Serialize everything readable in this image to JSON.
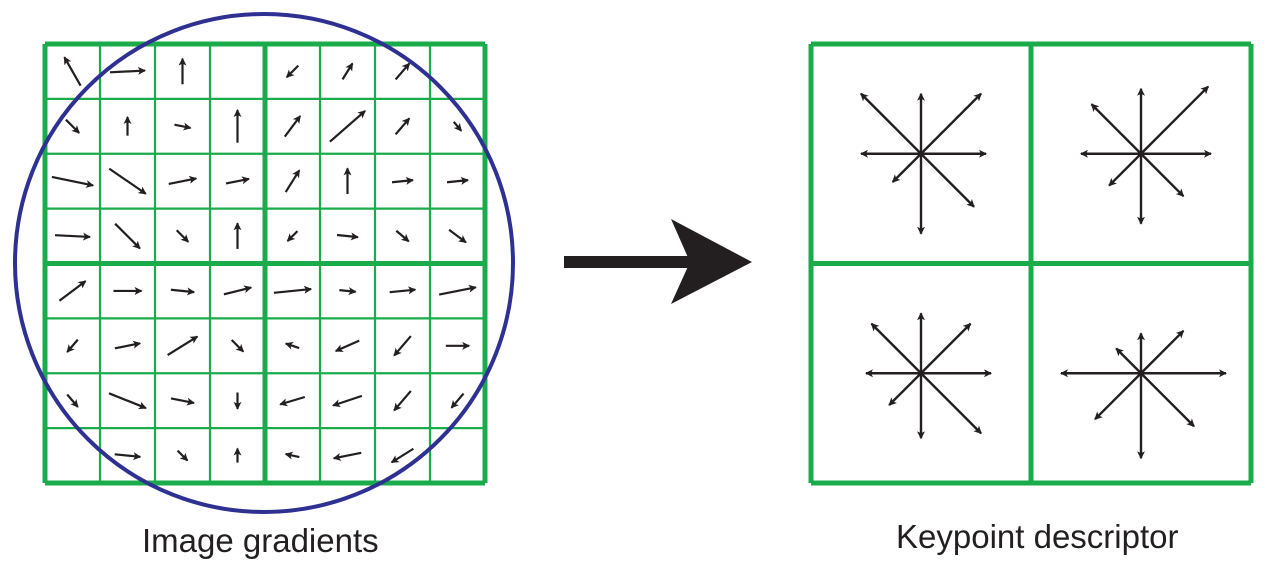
{
  "captions": {
    "left": "Image gradients",
    "right": "Keypoint descriptor"
  },
  "colors": {
    "grid": "#1aab4a",
    "circle": "#2e3192",
    "arrow": "#231f20",
    "background": "#ffffff"
  },
  "gradient_grid": {
    "rows": 8,
    "cols": 8,
    "subregions": 2,
    "vectors": [
      [
        [
          -0.4,
          -0.7,
          0.7
        ],
        [
          1,
          -0.05,
          0.75
        ],
        [
          0,
          -1,
          0.55
        ],
        null,
        [
          -0.6,
          0.6,
          0.35
        ],
        [
          0.5,
          -0.8,
          0.4
        ],
        [
          0.6,
          -0.7,
          0.45
        ],
        null
      ],
      [
        [
          0.6,
          0.6,
          0.4
        ],
        [
          0,
          -1,
          0.4
        ],
        [
          1,
          0.2,
          0.35
        ],
        [
          0,
          -1,
          0.7
        ],
        [
          0.6,
          -0.8,
          0.55
        ],
        [
          0.8,
          -0.7,
          1.0
        ],
        [
          0.6,
          -0.7,
          0.45
        ],
        [
          0.5,
          0.6,
          0.25
        ]
      ],
      [
        [
          0.98,
          0.2,
          0.9
        ],
        [
          0.8,
          0.55,
          0.95
        ],
        [
          1,
          -0.2,
          0.6
        ],
        [
          1,
          -0.2,
          0.5
        ],
        [
          0.5,
          -0.8,
          0.55
        ],
        [
          0,
          -1,
          0.55
        ],
        [
          1,
          -0.1,
          0.45
        ],
        [
          1,
          -0.1,
          0.45
        ]
      ],
      [
        [
          1,
          0.05,
          0.75
        ],
        [
          0.7,
          0.7,
          0.75
        ],
        [
          0.6,
          0.6,
          0.35
        ],
        [
          0,
          -1,
          0.55
        ],
        [
          -0.6,
          0.6,
          0.3
        ],
        [
          1,
          0.1,
          0.45
        ],
        [
          0.7,
          0.6,
          0.35
        ],
        [
          0.8,
          0.6,
          0.45
        ]
      ],
      [
        [
          0.8,
          -0.6,
          0.7
        ],
        [
          1,
          0,
          0.6
        ],
        [
          1,
          0.1,
          0.5
        ],
        [
          1,
          -0.25,
          0.6
        ],
        [
          1,
          -0.1,
          0.8
        ],
        [
          1,
          0.1,
          0.35
        ],
        [
          1,
          -0.1,
          0.55
        ],
        [
          1,
          -0.2,
          0.8
        ]
      ],
      [
        [
          -0.6,
          0.7,
          0.35
        ],
        [
          1,
          -0.2,
          0.55
        ],
        [
          0.8,
          -0.5,
          0.75
        ],
        [
          0.6,
          0.6,
          0.35
        ],
        [
          -0.9,
          -0.3,
          0.3
        ],
        [
          -0.9,
          0.4,
          0.55
        ],
        [
          -0.6,
          0.7,
          0.55
        ],
        [
          1,
          0,
          0.5
        ]
      ],
      [
        [
          0.6,
          0.7,
          0.35
        ],
        [
          1,
          0.4,
          0.85
        ],
        [
          1,
          0.2,
          0.5
        ],
        [
          0,
          1,
          0.35
        ],
        [
          -1,
          0.3,
          0.55
        ],
        [
          -0.9,
          0.3,
          0.65
        ],
        [
          -0.6,
          0.7,
          0.55
        ],
        [
          -0.6,
          0.7,
          0.4
        ]
      ],
      [
        [
          0,
          0,
          0
        ],
        [
          1,
          0.1,
          0.55
        ],
        [
          0.6,
          0.6,
          0.3
        ],
        [
          0,
          -1,
          0.3
        ],
        [
          -0.9,
          -0.2,
          0.3
        ],
        [
          -1,
          0.2,
          0.6
        ],
        [
          -0.8,
          0.5,
          0.55
        ],
        null
      ]
    ]
  },
  "descriptor_grid": {
    "rows": 2,
    "cols": 2,
    "histograms": [
      [
        [
          65,
          85,
          60,
          85,
          60,
          40,
          80,
          75
        ],
        [
          70,
          95,
          65,
          70,
          60,
          45,
          70,
          60
        ]
      ],
      [
        [
          70,
          70,
          60,
          70,
          55,
          45,
          65,
          85
        ],
        [
          85,
          60,
          40,
          35,
          80,
          65,
          85,
          75
        ]
      ]
    ]
  }
}
